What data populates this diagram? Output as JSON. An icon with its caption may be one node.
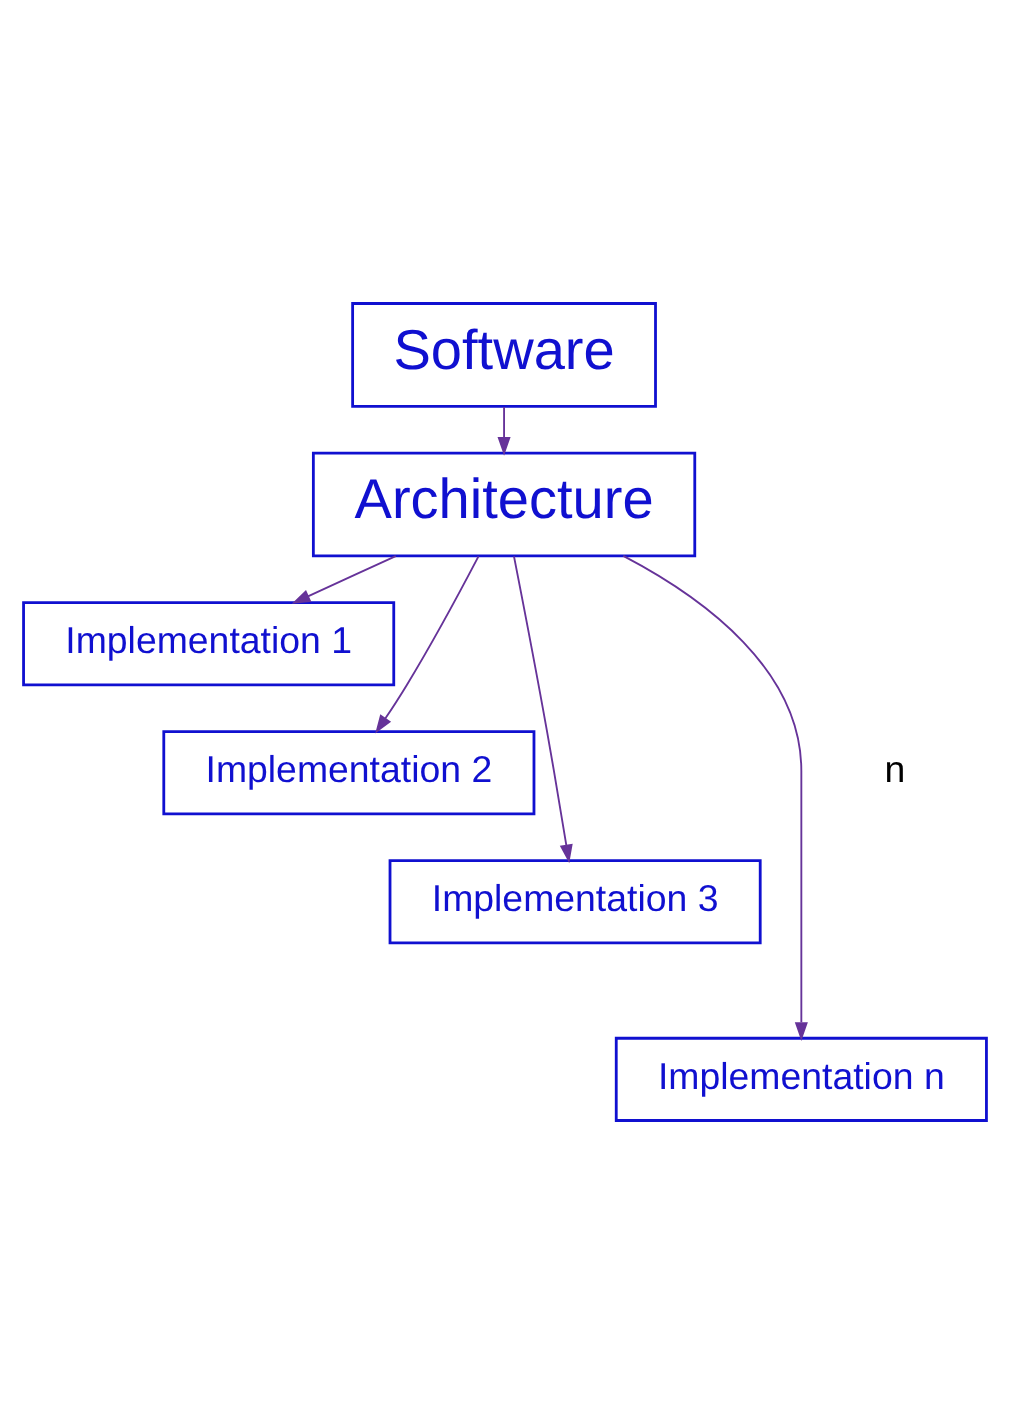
{
  "diagram": {
    "nodes": [
      {
        "text": [
          "Software"
        ]
      },
      {
        "text": [
          "Architecture"
        ]
      },
      {
        "text": [
          "Implementation 1"
        ]
      },
      {
        "text": [
          "Implementation 2"
        ]
      },
      {
        "text": [
          "Implementation 3"
        ]
      },
      {
        "text": [
          "Implementation n"
        ]
      }
    ],
    "edges": [
      {
        "from": 0,
        "to": 1,
        "arrow": "to"
      },
      {
        "from": 1,
        "to": 2,
        "arrow": "to"
      },
      {
        "from": 1,
        "to": 3,
        "arrow": "to"
      },
      {
        "from": 1,
        "to": 4,
        "arrow": "to"
      },
      {
        "from": 1,
        "to": 5,
        "arrow": "to"
      }
    ],
    "labels": [
      "n"
    ]
  }
}
